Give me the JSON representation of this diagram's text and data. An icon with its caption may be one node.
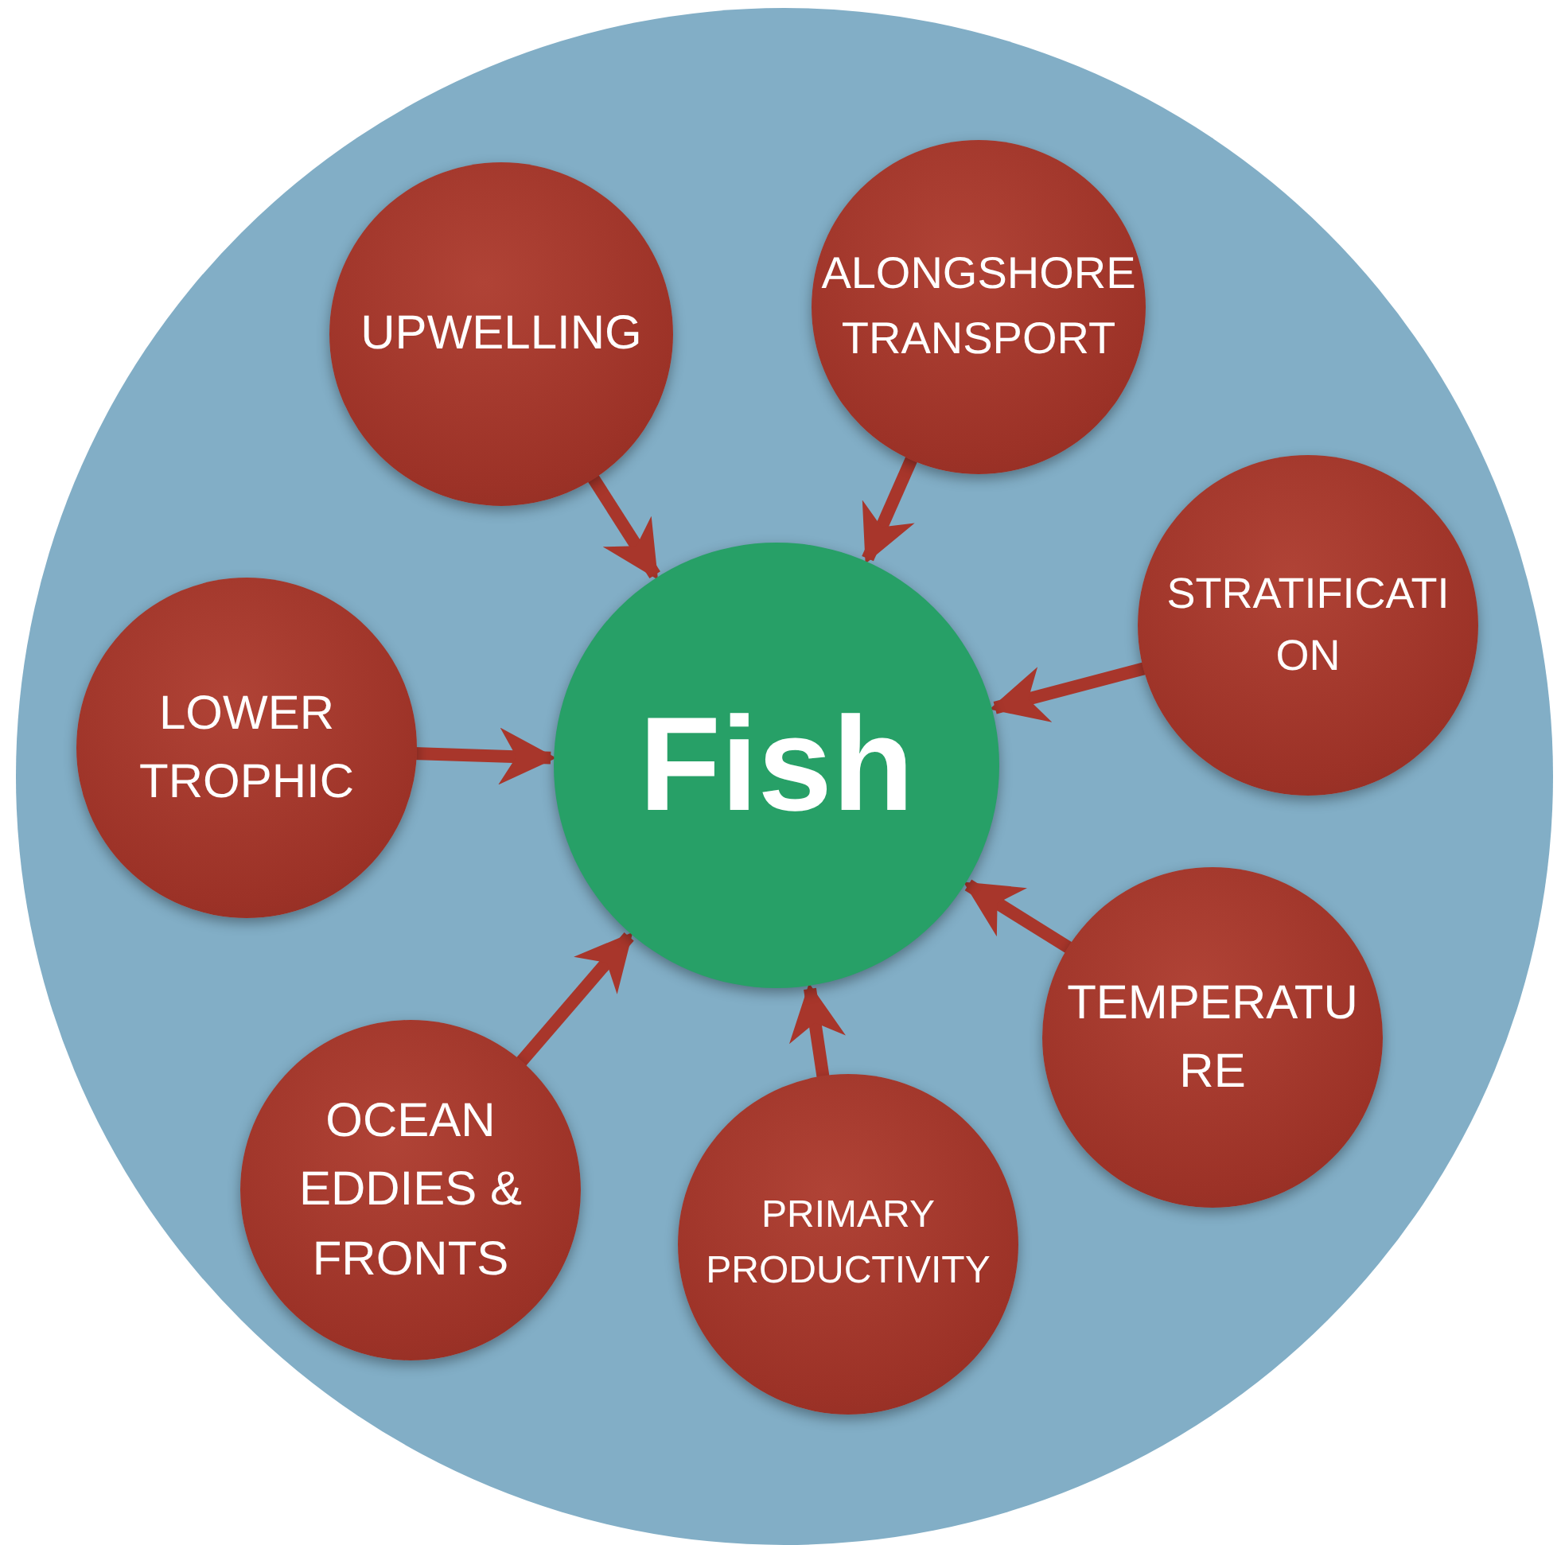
{
  "diagram": {
    "nodes": [
      {
        "text": [],
        "shape": "circle"
      },
      {
        "text": [
          "Fish"
        ],
        "in": 0
      },
      {
        "text": [
          "UPWELLING"
        ],
        "in": 0
      },
      {
        "text": [
          "ALONGSHORE TRANSPORT"
        ],
        "in": 0
      },
      {
        "text": [
          "LOWER TROPHIC"
        ],
        "in": 0
      },
      {
        "text": [
          "STRATIFICATI ON"
        ],
        "in": 0
      },
      {
        "text": [
          "TEMPERATU RE"
        ],
        "in": 0
      },
      {
        "text": [
          "OCEAN EDDIES & FRONTS"
        ],
        "in": 0
      },
      {
        "text": [
          "PRIMARY PRODUCTIVITY"
        ],
        "in": 0
      }
    ],
    "edges": [
      {
        "from": 2,
        "to": 1,
        "arrow": "to"
      },
      {
        "from": 3,
        "to": 1,
        "arrow": "to"
      },
      {
        "from": 5,
        "to": 1,
        "arrow": "to"
      },
      {
        "from": 4,
        "to": 1,
        "arrow": "to"
      },
      {
        "from": 6,
        "to": 1,
        "arrow": "to"
      },
      {
        "from": 7,
        "to": 1,
        "arrow": "to"
      },
      {
        "from": 8,
        "to": 1,
        "arrow": "to"
      }
    ]
  }
}
